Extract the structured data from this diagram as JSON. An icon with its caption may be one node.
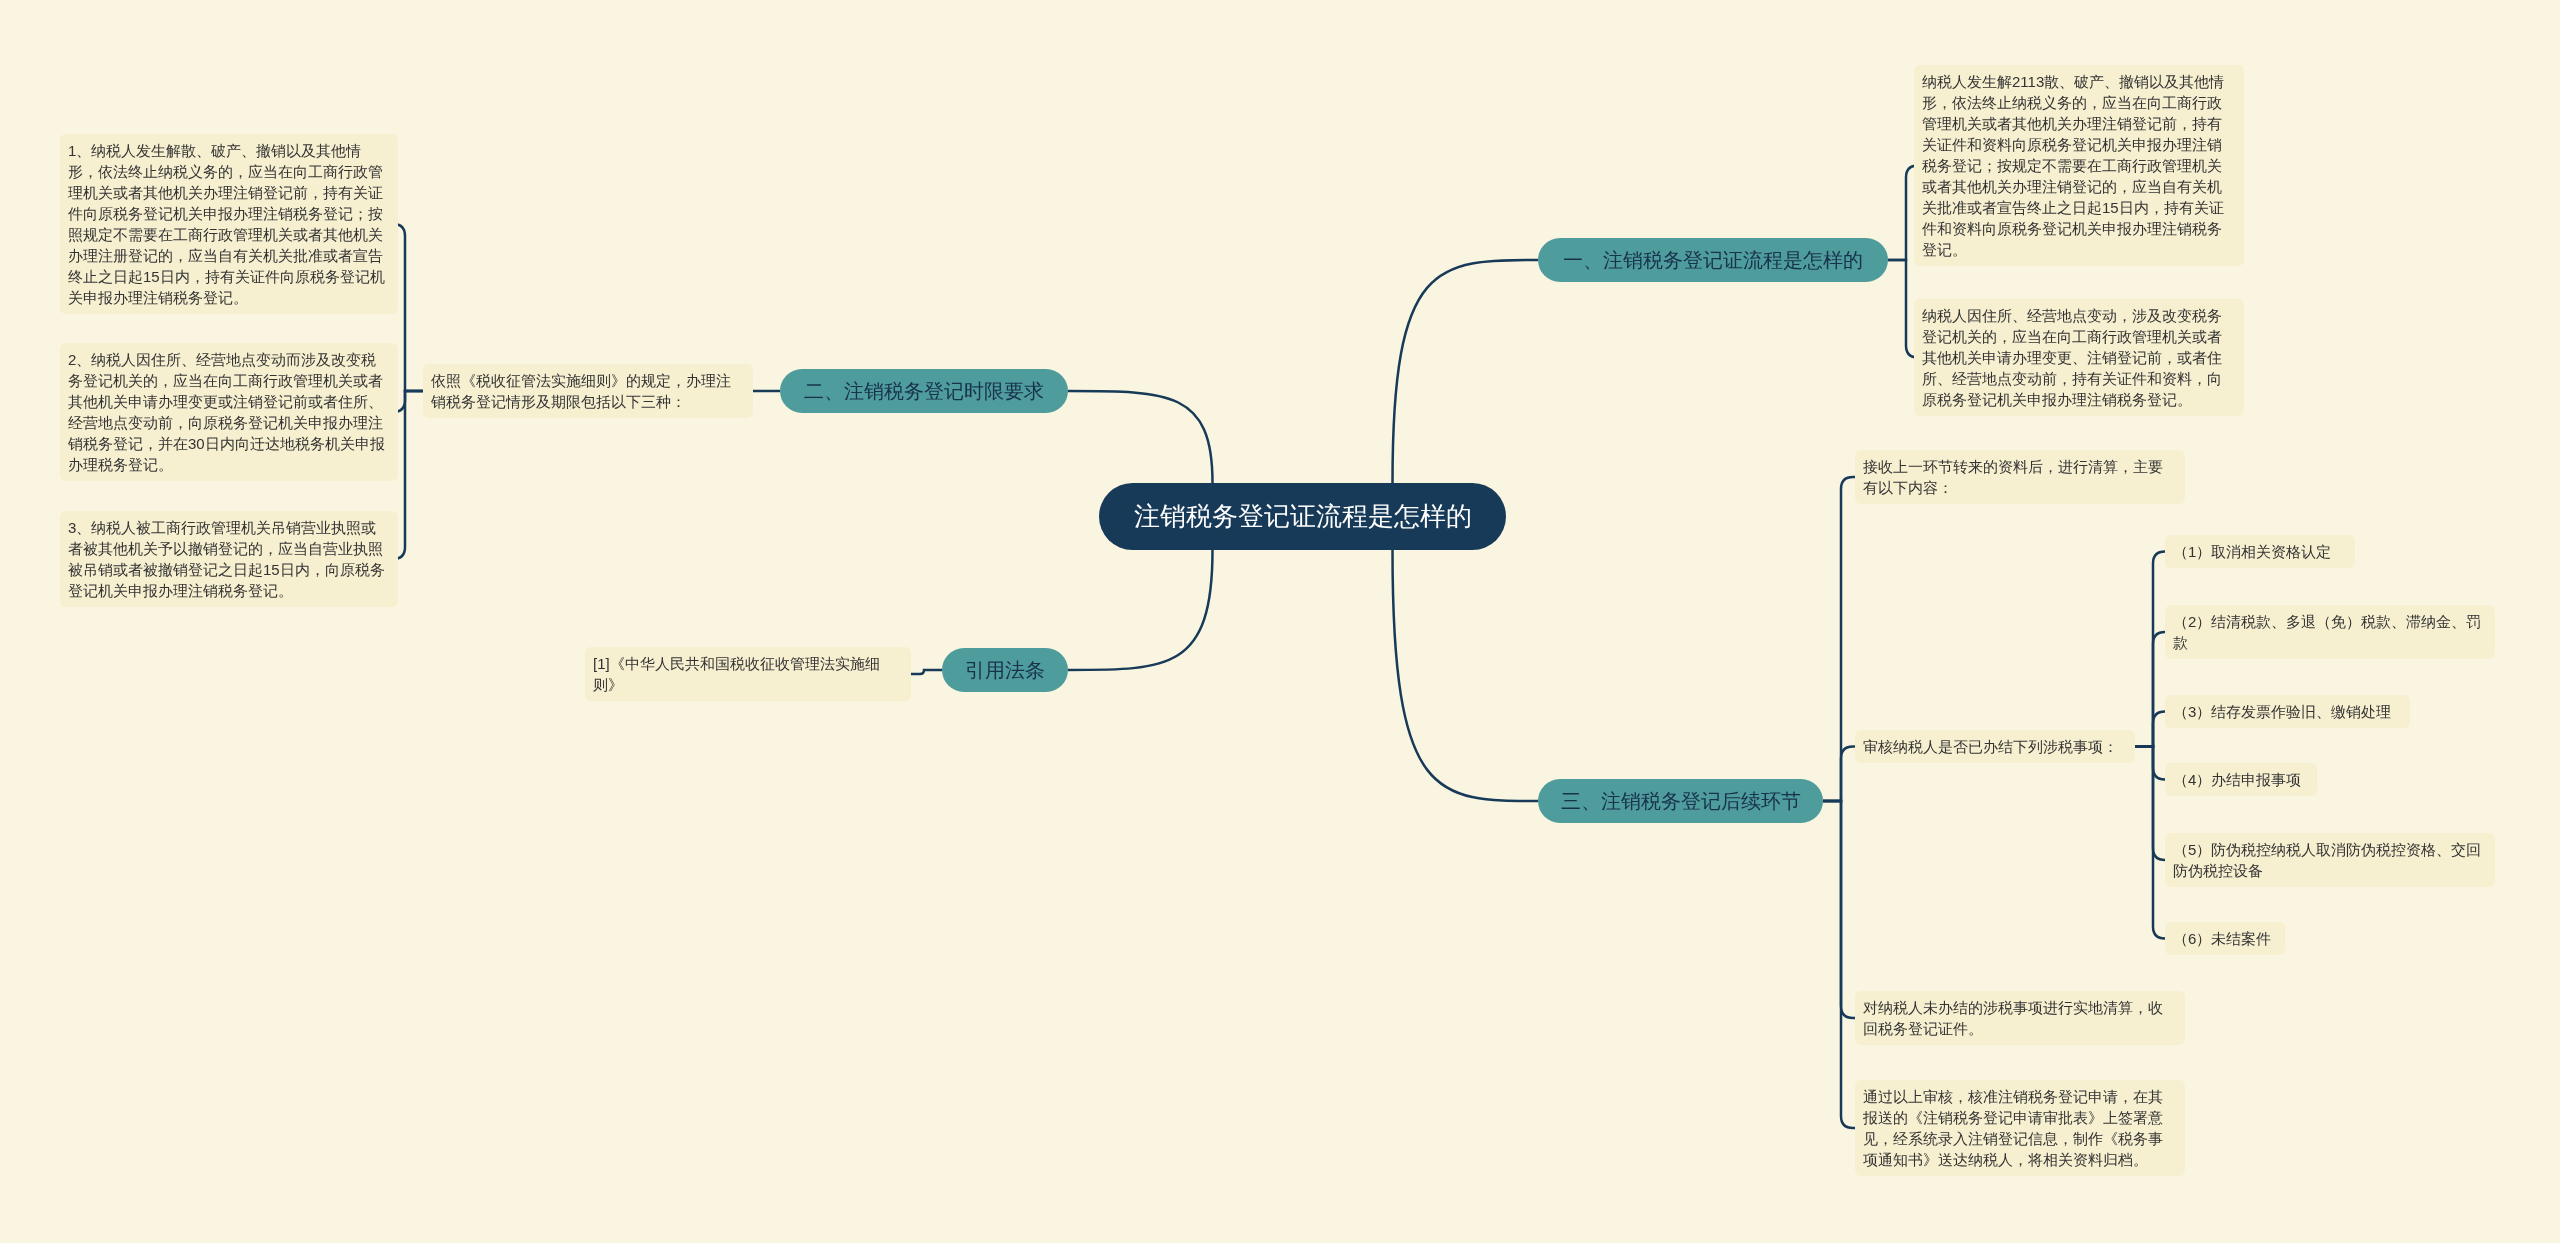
{
  "diagram": {
    "nodes": [
      {
        "text": [
          "注销税务登记证流程是怎样的"
        ]
      },
      {
        "text": [
          "一、注销税务登记证流程是怎样的"
        ]
      },
      {
        "text": [
          "纳税人发生解2113散、破产、撤销以及其他情形，依法终止纳税义务的，应当在向工商行政管理机关或者其他机关办理注销登记前，持有关证件和资料向原税务登记机关申报办理注销税务登记；按规定不需要在工商行政管理机关或者其他机关办理注销登记的，应当自有关机关批准或者宣告终止之日起15日内，持有关证件和资料向原税务登记机关申报办理注销税务登记。"
        ]
      },
      {
        "text": [
          "纳税人因住所、经营地点变动，涉及改变税务登记机关的，应当在向工商行政管理机关或者其他机关申请办理变更、注销登记前，或者住所、经营地点变动前，持有关证件和资料，向原税务登记机关申报办理注销税务登记。"
        ]
      },
      {
        "text": [
          "二、注销税务登记时限要求"
        ]
      },
      {
        "text": [
          "依照《税收征管法实施细则》的规定，办理注销税务登记情形及期限包括以下三种："
        ]
      },
      {
        "text": [
          "1、纳税人发生解散、破产、撤销以及其他情形，依法终止纳税义务的，应当在向工商行政管理机关或者其他机关办理注销登记前，持有关证件向原税务登记机关申报办理注销税务登记；按照规定不需要在工商行政管理机关或者其他机关办理注册登记的，应当自有关机关批准或者宣告终止之日起15日内，持有关证件向原税务登记机关申报办理注销税务登记。"
        ]
      },
      {
        "text": [
          "2、纳税人因住所、经营地点变动而涉及改变税务登记机关的，应当在向工商行政管理机关或者其他机关申请办理变更或注销登记前或者住所、经营地点变动前，向原税务登记机关申报办理注销税务登记，并在30日内向迁达地税务机关申报办理税务登记。"
        ]
      },
      {
        "text": [
          "3、纳税人被工商行政管理机关吊销营业执照或者被其他机关予以撤销登记的，应当自营业执照被吊销或者被撤销登记之日起15日内，向原税务登记机关申报办理注销税务登记。"
        ]
      },
      {
        "text": [
          "引用法条"
        ]
      },
      {
        "text": [
          "[1]《中华人民共和国税收征收管理法实施细则》"
        ]
      },
      {
        "text": [
          "三、注销税务登记后续环节"
        ]
      },
      {
        "text": [
          "接收上一环节转来的资料后，进行清算，主要有以下内容："
        ]
      },
      {
        "text": [
          "审核纳税人是否已办结下列涉税事项："
        ]
      },
      {
        "text": [
          "（1）取消相关资格认定"
        ]
      },
      {
        "text": [
          "（2）结清税款、多退（免）税款、滞纳金、罚款"
        ]
      },
      {
        "text": [
          "（3）结存发票作验旧、缴销处理"
        ]
      },
      {
        "text": [
          "（4）办结申报事项"
        ]
      },
      {
        "text": [
          "（5）防伪税控纳税人取消防伪税控资格、交回防伪税控设备"
        ]
      },
      {
        "text": [
          "（6）未结案件"
        ]
      },
      {
        "text": [
          "对纳税人未办结的涉税事项进行实地清算，收回税务登记证件。"
        ]
      },
      {
        "text": [
          "通过以上审核，核准注销税务登记申请，在其报送的《注销税务登记申请审批表》上签署意见，经系统录入注销登记信息，制作《税务事项通知书》送达纳税人，将相关资料归档。"
        ]
      }
    ],
    "edges": [
      {
        "from": 0,
        "to": 1,
        "arrow": "none"
      },
      {
        "from": 1,
        "to": 2,
        "arrow": "none"
      },
      {
        "from": 1,
        "to": 3,
        "arrow": "none"
      },
      {
        "from": 0,
        "to": 4,
        "arrow": "none"
      },
      {
        "from": 4,
        "to": 5,
        "arrow": "none"
      },
      {
        "from": 5,
        "to": 6,
        "arrow": "none"
      },
      {
        "from": 5,
        "to": 7,
        "arrow": "none"
      },
      {
        "from": 5,
        "to": 8,
        "arrow": "none"
      },
      {
        "from": 0,
        "to": 9,
        "arrow": "none"
      },
      {
        "from": 9,
        "to": 10,
        "arrow": "none"
      },
      {
        "from": 0,
        "to": 11,
        "arrow": "none"
      },
      {
        "from": 11,
        "to": 12,
        "arrow": "none"
      },
      {
        "from": 11,
        "to": 13,
        "arrow": "none"
      },
      {
        "from": 13,
        "to": 14,
        "arrow": "none"
      },
      {
        "from": 13,
        "to": 15,
        "arrow": "none"
      },
      {
        "from": 13,
        "to": 16,
        "arrow": "none"
      },
      {
        "from": 13,
        "to": 17,
        "arrow": "none"
      },
      {
        "from": 13,
        "to": 18,
        "arrow": "none"
      },
      {
        "from": 13,
        "to": 19,
        "arrow": "none"
      },
      {
        "from": 11,
        "to": 20,
        "arrow": "none"
      },
      {
        "from": 11,
        "to": 21,
        "arrow": "none"
      }
    ]
  }
}
